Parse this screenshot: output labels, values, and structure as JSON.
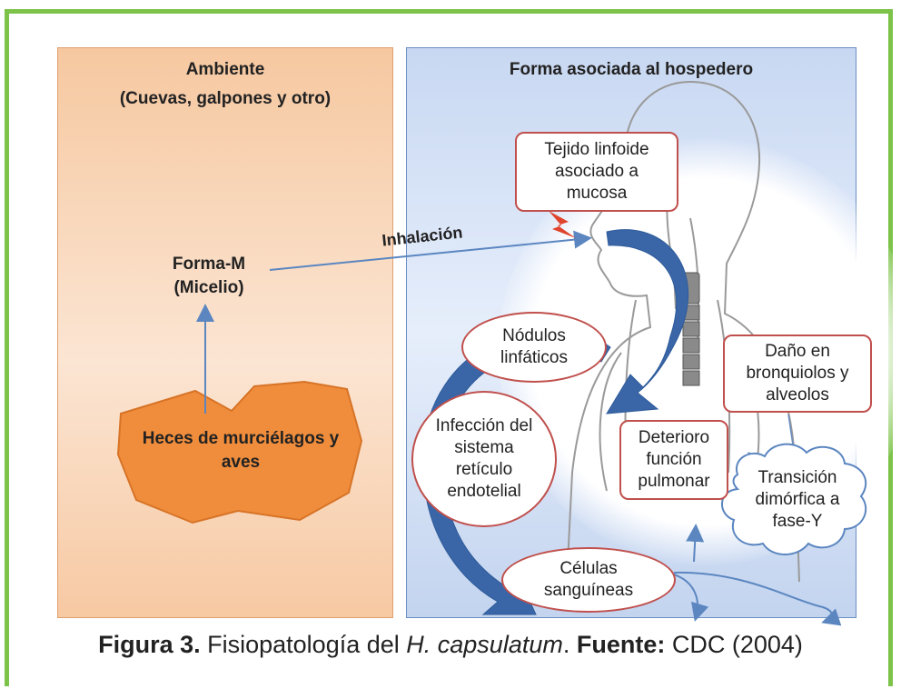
{
  "left_panel": {
    "title": "Ambiente",
    "subtitle": "(Cuevas, galpones y otro)",
    "form_line1": "Forma-M",
    "form_line2": "(Micelio)",
    "source_label": "Heces de murciélagos y aves"
  },
  "right_panel": {
    "title": "Forma asociada al hospedero",
    "arrow_label": "Inhalación",
    "nodes": {
      "tejido": "Tejido linfoide asociado a mucosa",
      "nodulos": "Nódulos linfáticos",
      "dano": "Daño en bronquiolos y alveolos",
      "infeccion": "Infección del sistema retículo endotelial",
      "deterioro": "Deterioro función pulmonar",
      "transicion": "Transición dimórfica a fase-Y",
      "celulas": "Células sanguíneas"
    }
  },
  "caption": {
    "figure_label": "Figura 3.",
    "text": " Fisiopatología del ",
    "species": "H. capsulatum",
    "period": ". ",
    "source_label": "Fuente:",
    "source": " CDC (2004)"
  },
  "colors": {
    "frame": "#7dc34a",
    "node_border": "#c0504d",
    "big_arrow": "#2e5b9a",
    "thin_arrow": "#5b86c0",
    "blob": "#f08d3c"
  }
}
